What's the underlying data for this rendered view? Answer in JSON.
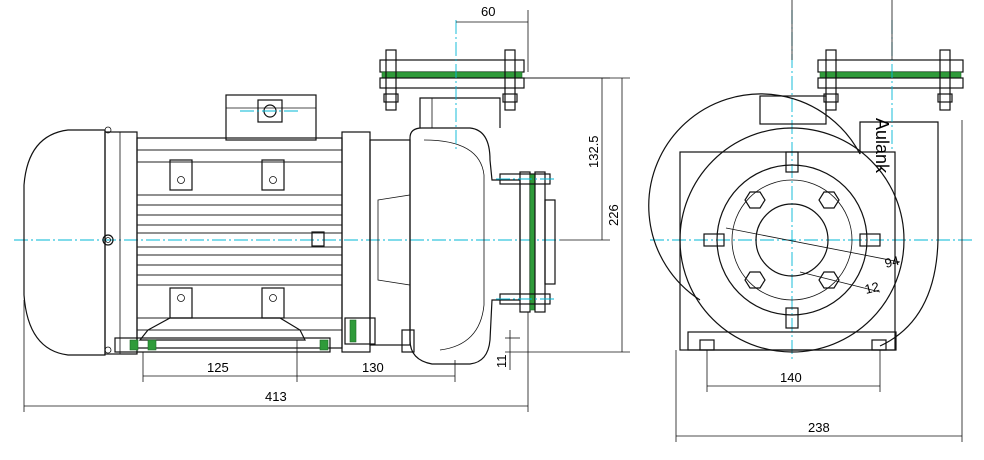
{
  "drawing": {
    "brand_text": "Aulank",
    "front_view": {
      "dims": {
        "flange_width": "60",
        "outlet_height": "132.5",
        "axis_height": "226",
        "foot_spacing": "125",
        "foot_to_inlet": "130",
        "base_offset": "11",
        "overall_length": "413"
      }
    },
    "side_view": {
      "dims": {
        "bolt_circle": "94",
        "hole_size": "12",
        "foot_spacing": "140",
        "overall_width": "238"
      }
    },
    "colors": {
      "centerline": "#00b7d6",
      "gasket": "#2f9b3a",
      "outline": "#111111"
    }
  }
}
